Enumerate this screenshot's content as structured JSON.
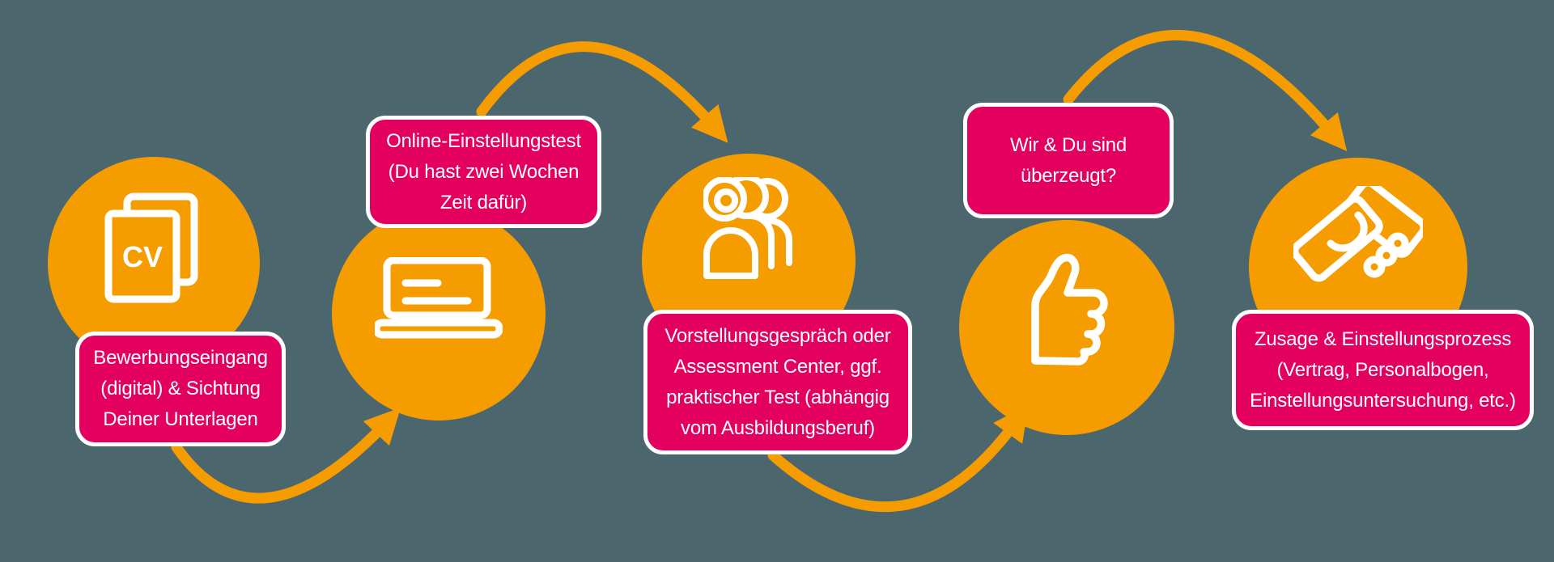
{
  "colors": {
    "background": "#4C666E",
    "circle": "#F59C00",
    "arrow": "#F59C00",
    "label_background": "#E3005F",
    "label_border": "#FFFFFF",
    "text": "#FFFFFF"
  },
  "steps": [
    {
      "icon": "cv-document-icon",
      "icon_text": "CV",
      "label": "Bewerbungseingang (digital) & Sichtung Deiner Unterlagen",
      "lines": [
        "Bewerbungseingang",
        "(digital) & Sichtung",
        "Deiner Unterlagen"
      ],
      "label_position": "below-circle"
    },
    {
      "icon": "laptop-icon",
      "label": "Online-Einstellungstest (Du hast zwei Wochen Zeit dafür)",
      "lines": [
        "Online-Einstellungstest",
        "(Du hast zwei Wochen",
        "Zeit dafür)"
      ],
      "label_position": "above-circle"
    },
    {
      "icon": "people-group-icon",
      "label": "Vorstellungsgespräch oder Assessment Center, ggf. praktischer Test (abhängig vom Ausbildungsberuf)",
      "lines": [
        "Vorstellungsgespräch oder",
        "Assessment Center, ggf.",
        "praktischer Test (abhängig",
        "vom Ausbildungsberuf)"
      ],
      "label_position": "below-circle"
    },
    {
      "icon": "thumbs-up-icon",
      "label": "Wir & Du sind überzeugt?",
      "lines": [
        "Wir & Du sind",
        "überzeugt?"
      ],
      "label_position": "above-circle"
    },
    {
      "icon": "handshake-icon",
      "label": "Zusage & Einstellungsprozess (Vertrag, Personalbogen, Einstellungsuntersuchung, etc.)",
      "lines": [
        "Zusage & Einstellungsprozess",
        "(Vertrag, Personalbogen,",
        "Einstellungsuntersuchung, etc.)"
      ],
      "label_position": "below-circle"
    }
  ]
}
